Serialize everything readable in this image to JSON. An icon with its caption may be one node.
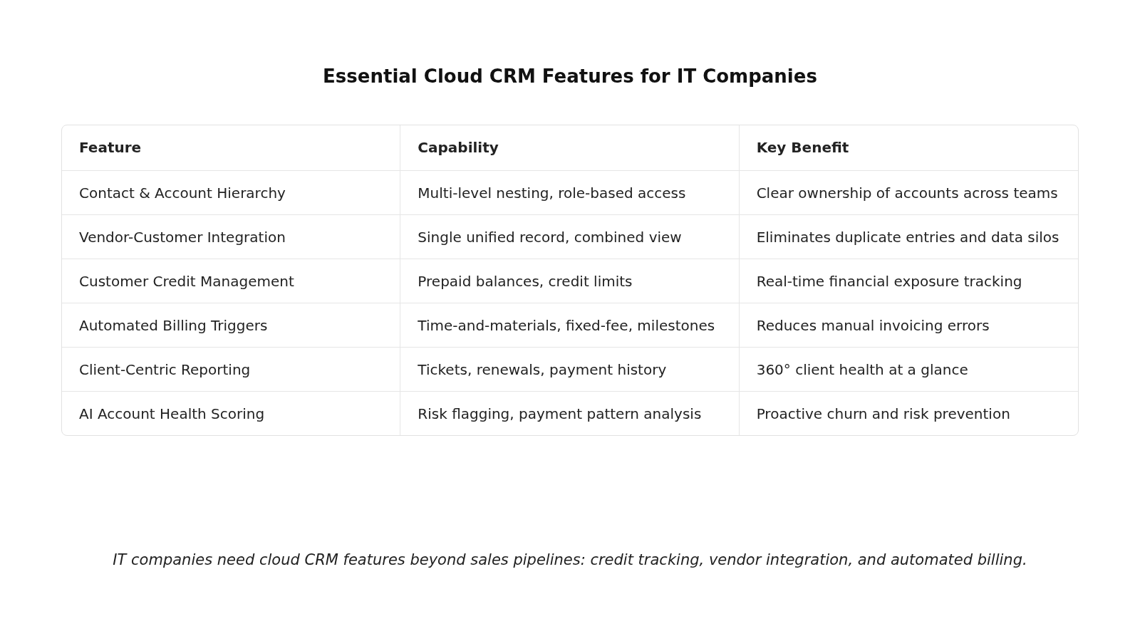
{
  "diagram": {
    "title": "Essential Cloud CRM Features for IT Companies",
    "caption": "IT companies need cloud CRM features beyond sales pipelines: credit tracking, vendor integration, and automated billing.",
    "labels": [
      "Feature",
      "Capability",
      "Key Benefit",
      "Contact & Account Hierarchy",
      "Multi-level nesting, role-based access",
      "Clear ownership of accounts across teams",
      "Vendor-Customer Integration",
      "Single unified record, combined view",
      "Eliminates duplicate entries and data silos",
      "Customer Credit Management",
      "Prepaid balances, credit limits",
      "Real-time financial exposure tracking",
      "Automated Billing Triggers",
      "Time-and-materials, fixed-fee, milestones",
      "Reduces manual invoicing errors",
      "Client-Centric Reporting",
      "Tickets, renewals, payment history",
      "360° client health at a glance",
      "AI Account Health Scoring",
      "Risk flagging, payment pattern analysis",
      "Proactive churn and risk prevention"
    ]
  }
}
